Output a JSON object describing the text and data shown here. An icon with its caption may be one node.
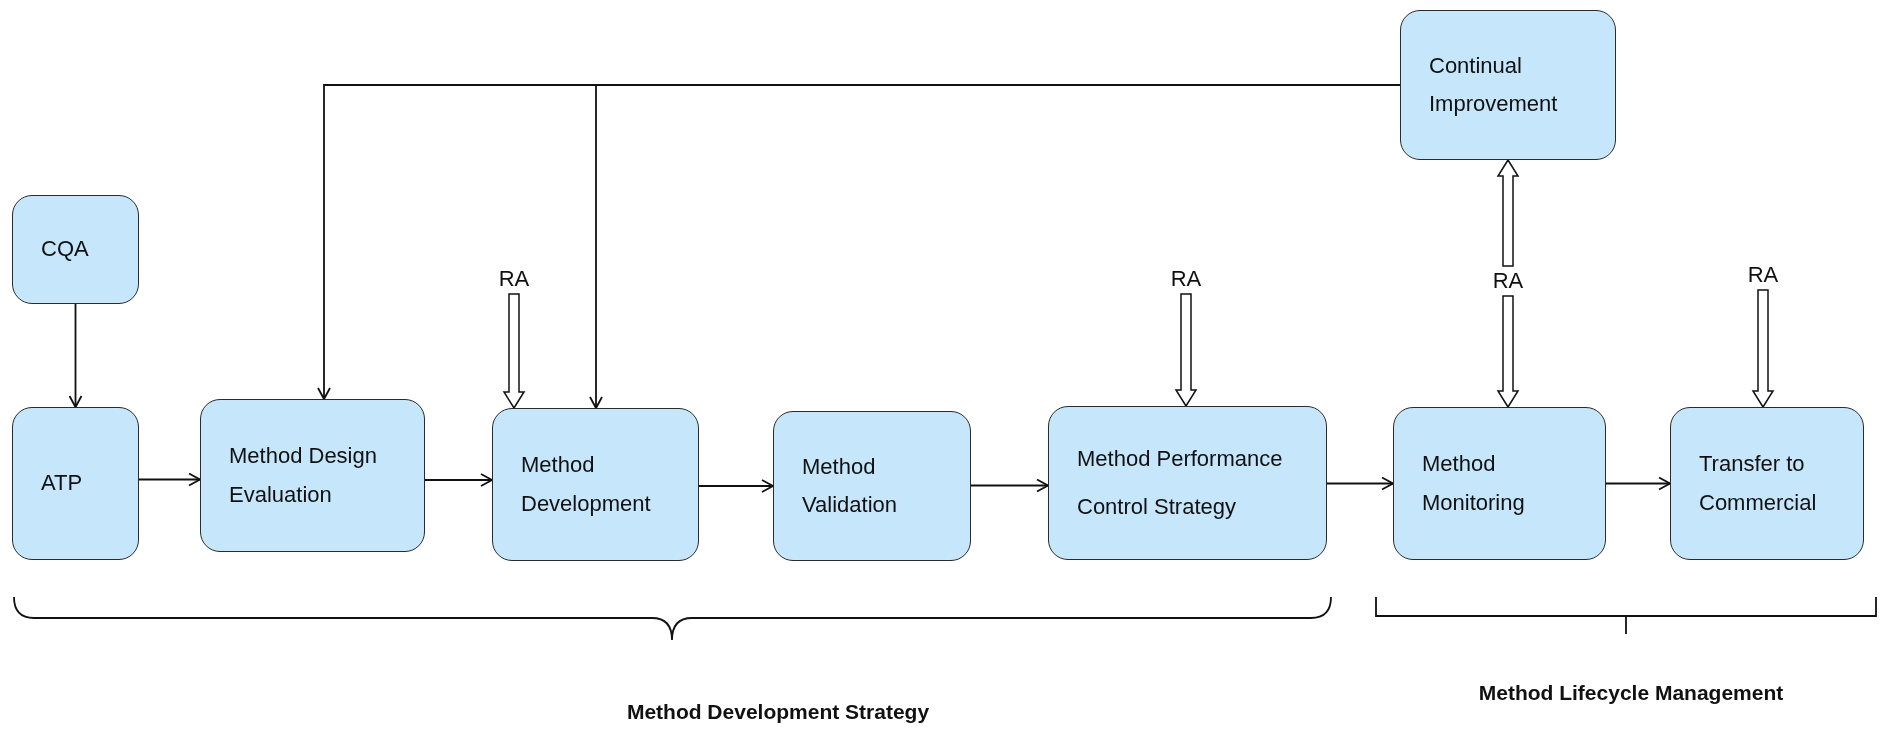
{
  "diagram": {
    "nodes": [
      {
        "text": [
          "Continual Improvement"
        ]
      },
      {
        "text": [
          "CQA"
        ]
      },
      {
        "text": [
          "RA"
        ]
      },
      {
        "text": [
          "RA"
        ]
      },
      {
        "text": [
          "RA"
        ]
      },
      {
        "text": [
          "RA"
        ]
      },
      {
        "text": [
          "ATP"
        ]
      },
      {
        "text": [
          "Method Design Evaluation"
        ]
      },
      {
        "text": [
          "Method Development"
        ]
      },
      {
        "text": [
          "Method Validation"
        ]
      },
      {
        "text": [
          "Method Performance",
          "Control Strategy"
        ]
      },
      {
        "text": [
          "Method Monitoring"
        ]
      },
      {
        "text": [
          "Transfer to Commercial"
        ]
      }
    ],
    "edges": [
      {
        "from": 0,
        "to": 7,
        "arrow": "to"
      },
      {
        "from": 0,
        "to": 8,
        "arrow": "to"
      },
      {
        "from": 1,
        "to": 6,
        "arrow": "to"
      },
      {
        "from": 6,
        "to": 7,
        "arrow": "to"
      },
      {
        "from": 7,
        "to": 8,
        "arrow": "to"
      },
      {
        "from": 8,
        "to": 9,
        "arrow": "to"
      },
      {
        "from": 9,
        "to": 10,
        "arrow": "to"
      },
      {
        "from": 10,
        "to": 11,
        "arrow": "to"
      },
      {
        "from": 11,
        "to": 12,
        "arrow": "to"
      },
      {
        "from": 2,
        "to": 8,
        "arrow": "to",
        "style": "thick"
      },
      {
        "from": 3,
        "to": 10,
        "arrow": "to",
        "style": "thick"
      },
      {
        "from": 4,
        "to": 11,
        "arrow": "to",
        "style": "thick"
      },
      {
        "from": 5,
        "to": 12,
        "arrow": "to",
        "style": "thick"
      },
      {
        "from": 4,
        "to": 0,
        "arrow": "to",
        "style": "thick"
      }
    ],
    "labels": [
      "Method Lifecycle Management",
      "Method Development Strategy"
    ]
  }
}
